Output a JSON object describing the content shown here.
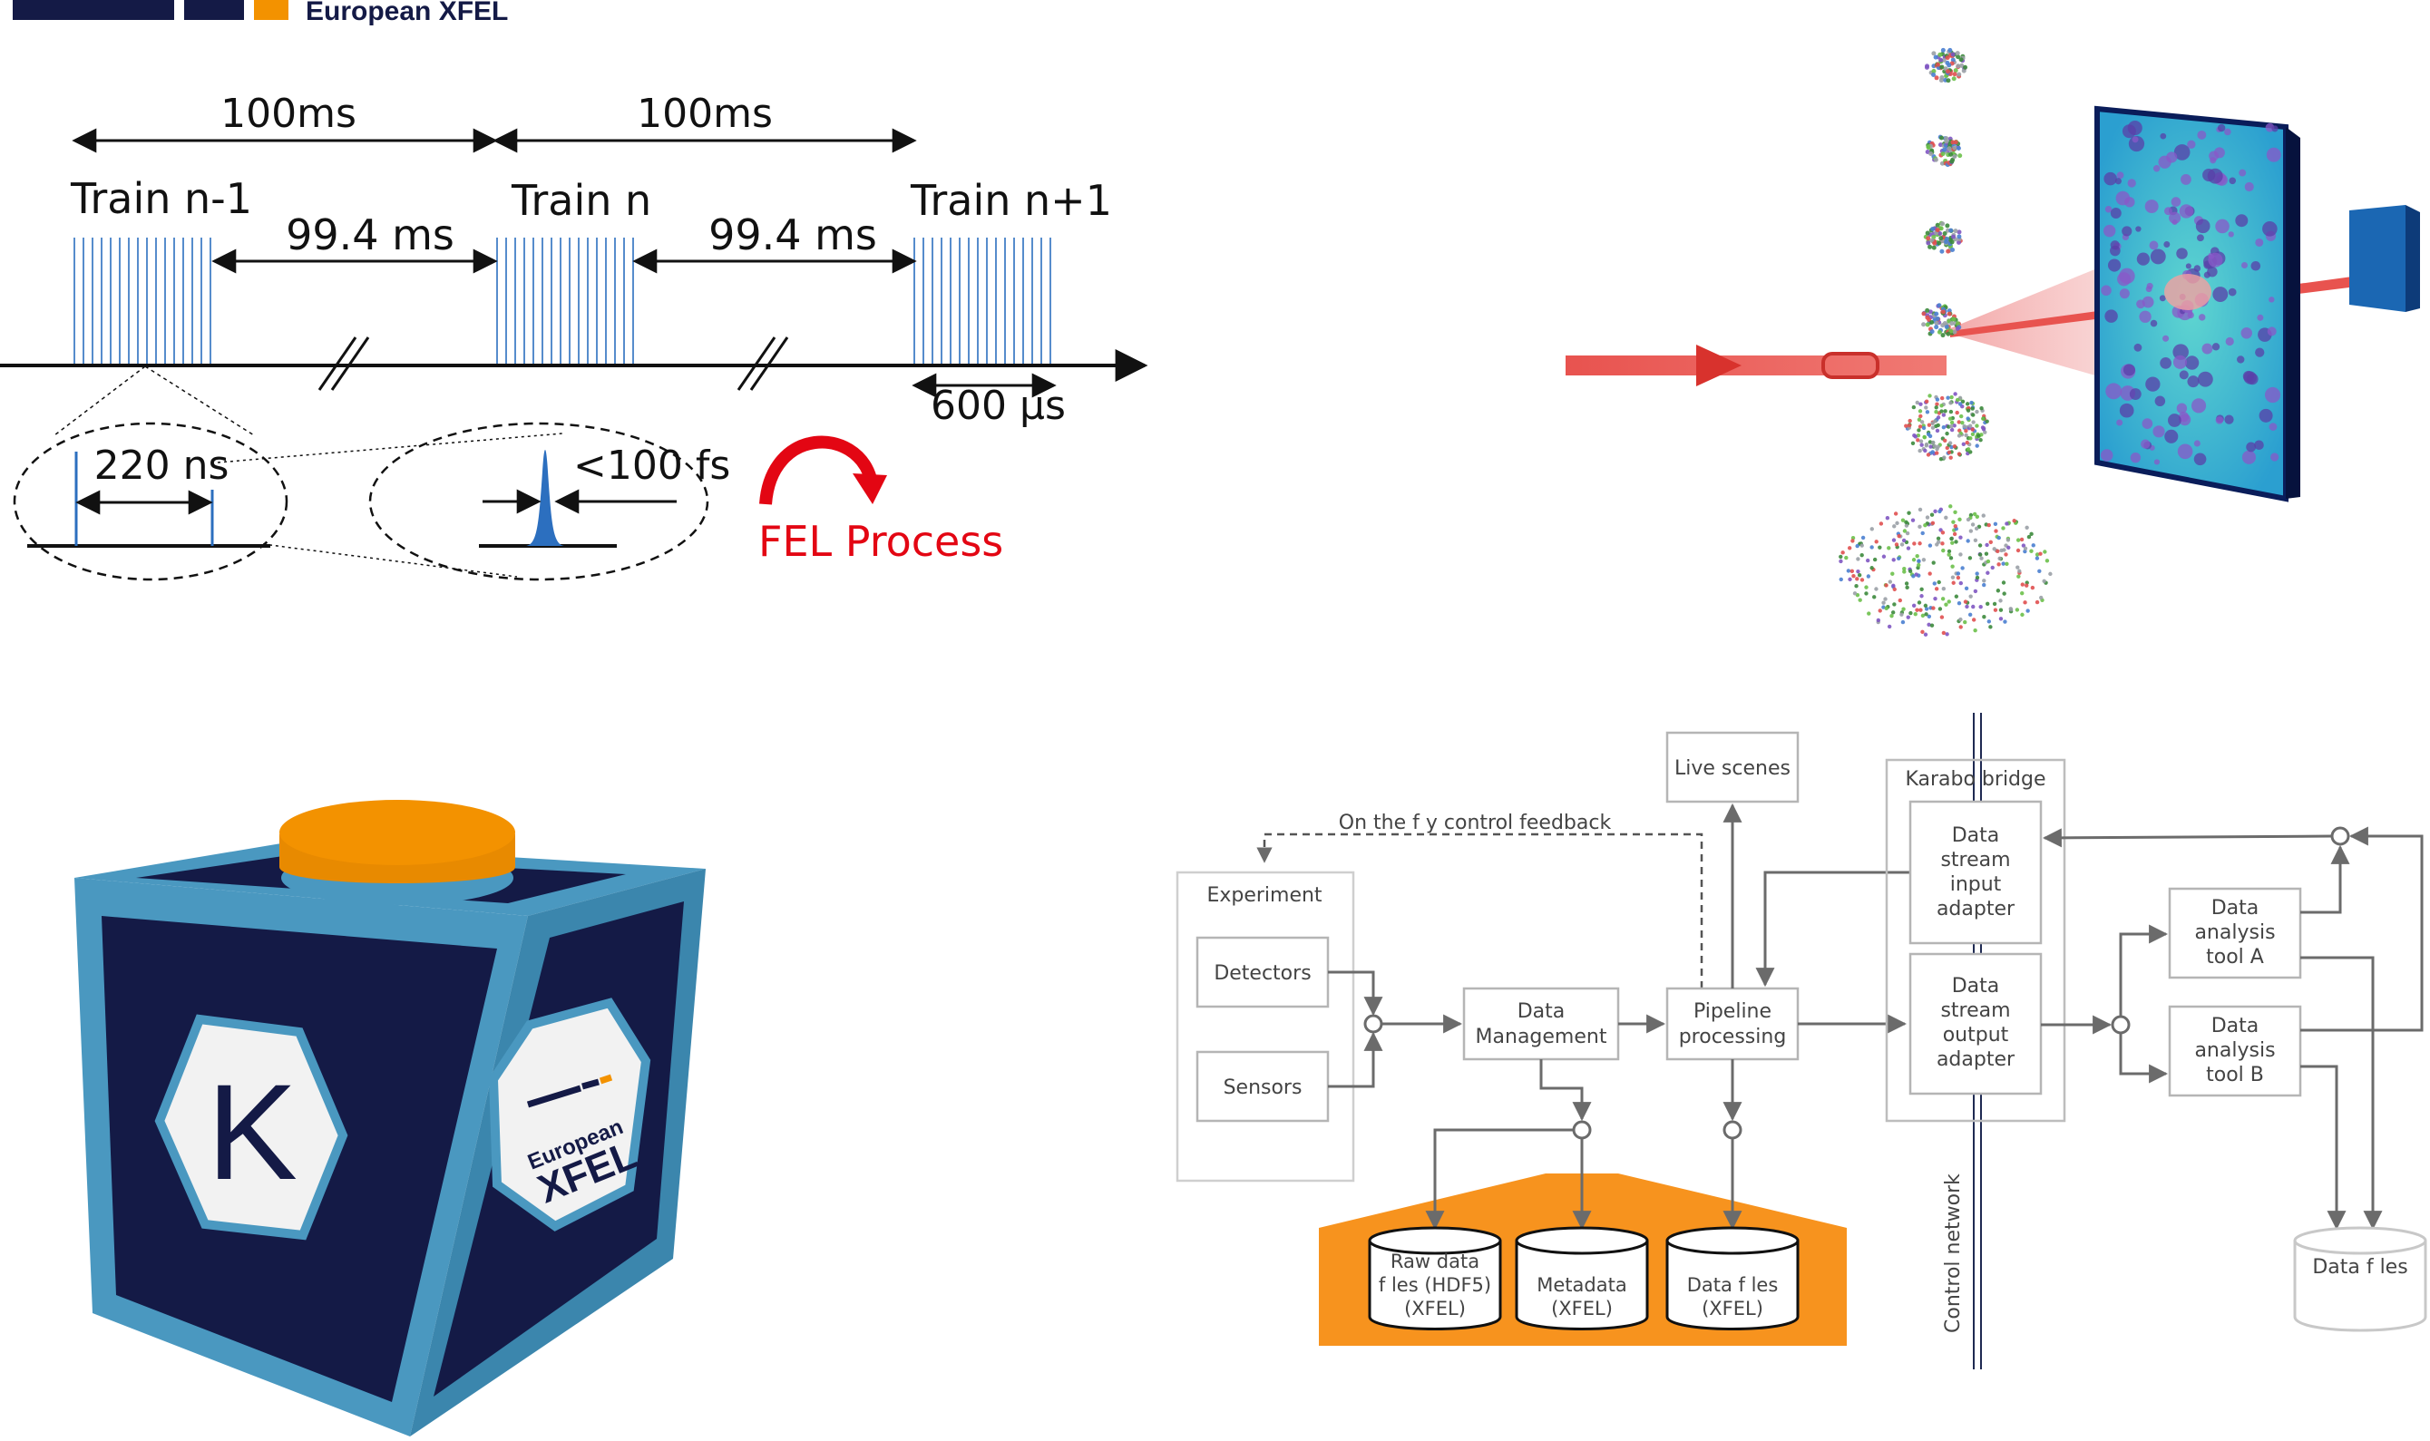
{
  "header": {
    "brand": "European XFEL",
    "brand_colors": {
      "navy": "#141a46",
      "orange": "#f39200"
    }
  },
  "timing": {
    "period_top_left": "100ms",
    "period_top_right": "100ms",
    "train_prev": "Train n-1",
    "train_curr": "Train n",
    "train_next": "Train n+1",
    "gap_left": "99.4 ms",
    "gap_right": "99.4 ms",
    "train_length": "600 µs",
    "pulse_spacing": "220 ns",
    "pulse_duration": "<100 fs",
    "fel_process": "FEL Process",
    "pulse_color": "#2c6fbf",
    "fel_color": "#e30613"
  },
  "karabo_cube": {
    "left_badge": "K",
    "right_badge_line1": "European",
    "right_badge_line2": "XFEL",
    "colors": {
      "frame": "#4a98c0",
      "panel": "#141a46",
      "cap": "#f39200"
    }
  },
  "dataflow": {
    "feedback_label": "On the f y control feedback",
    "live_scenes": "Live scenes",
    "experiment": "Experiment",
    "detectors": "Detectors",
    "sensors": "Sensors",
    "data_management_l1": "Data",
    "data_management_l2": "Management",
    "pipeline_l1": "Pipeline",
    "pipeline_l2": "processing",
    "bridge_title": "Karabo bridge",
    "input_adapter": [
      "Data",
      "stream",
      "input",
      "adapter"
    ],
    "output_adapter": [
      "Data",
      "stream",
      "output",
      "adapter"
    ],
    "tool_a": [
      "Data",
      "analysis",
      "tool A"
    ],
    "tool_b": [
      "Data",
      "analysis",
      "tool B"
    ],
    "raw_files": [
      "Raw data",
      "f les (HDF5)",
      "(XFEL)"
    ],
    "metadata": [
      "Metadata",
      "(XFEL)"
    ],
    "data_files_xfel": [
      "Data f les",
      "(XFEL)"
    ],
    "data_files_ext": "Data f les",
    "control_network": "Control network",
    "storage_color": "#f7931e"
  }
}
